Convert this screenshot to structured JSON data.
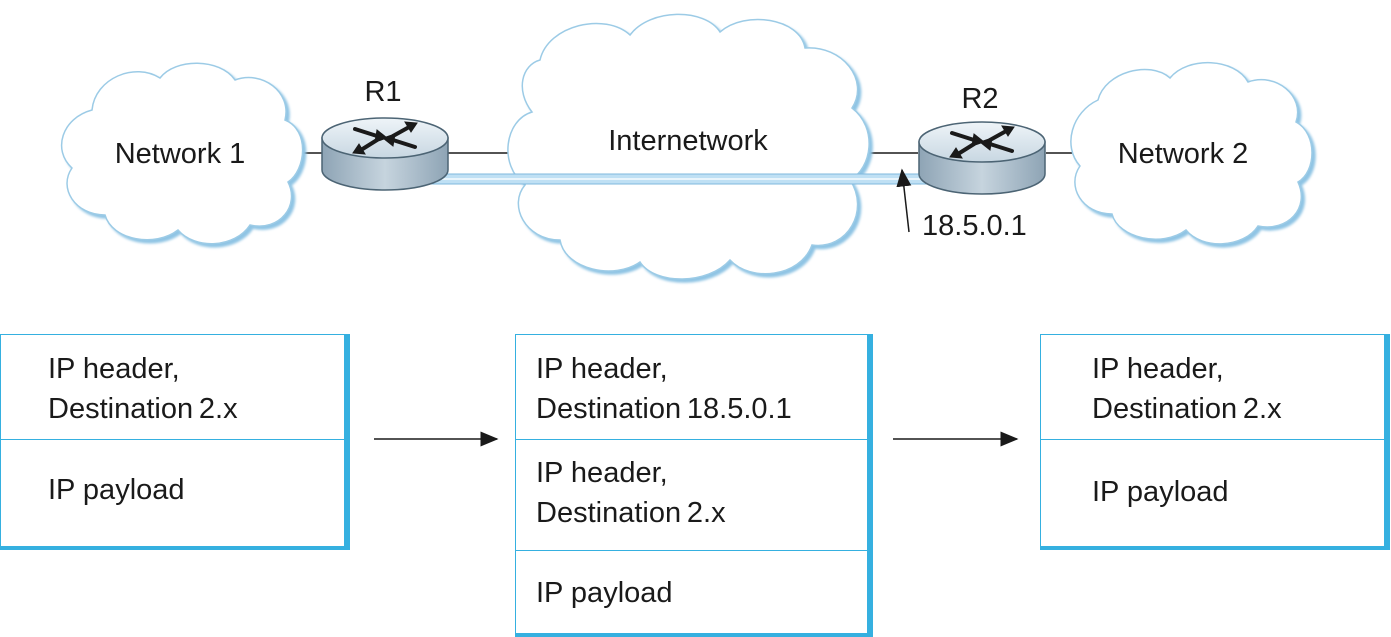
{
  "clouds": {
    "network1": "Network 1",
    "internetwork": "Internetwork",
    "network2": "Network 2"
  },
  "routers": {
    "r1": "R1",
    "r2": "R2"
  },
  "address_label": "18.5.0.1",
  "packets": {
    "left": {
      "header_line1": "IP header,",
      "header_line2": "Destination 2.x",
      "payload": "IP payload"
    },
    "middle": {
      "outer_header_line1": "IP header,",
      "outer_header_line2": "Destination 18.5.0.1",
      "inner_header_line1": "IP header,",
      "inner_header_line2": "Destination 2.x",
      "payload": "IP payload"
    },
    "right": {
      "header_line1": "IP header,",
      "header_line2": "Destination 2.x",
      "payload": "IP payload"
    }
  },
  "colors": {
    "accent": "#35b0e0",
    "cloud_edge": "#9ccbe6",
    "tunnel": "#bfe0f4",
    "router_top": "#dbe7ef",
    "router_side": "#a9bccb"
  }
}
